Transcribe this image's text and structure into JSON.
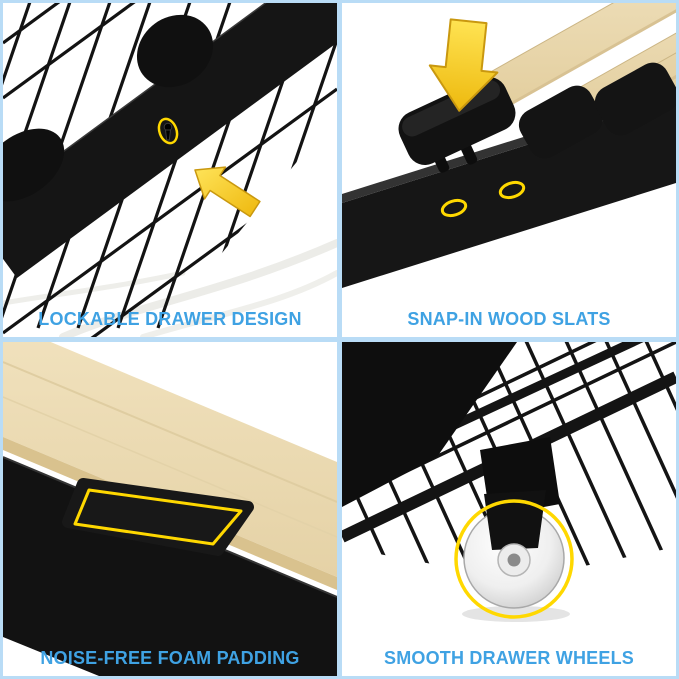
{
  "meta": {
    "type": "product-feature-collage",
    "subject": "bed frame with storage drawers"
  },
  "colors": {
    "frame_border": "#b9dcf6",
    "caption_text": "#3fa2e3",
    "highlight_yellow": "#ffd800",
    "arrow_yellow": "#f3c516",
    "wood": "#ecdbb4",
    "metal_black": "#151515"
  },
  "panels": [
    {
      "id": "lockable-drawer-design",
      "caption": "LOCKABLE DRAWER DESIGN",
      "icons": [
        "keyhole-icon",
        "up-left-arrow-icon",
        "keyhole-highlight"
      ]
    },
    {
      "id": "snap-in-wood-slats",
      "caption": "SNAP-IN WOOD SLATS",
      "icons": [
        "down-arrow-icon",
        "peg-hole-highlight"
      ]
    },
    {
      "id": "noise-free-foam-padding",
      "caption": "NOISE-FREE FOAM PADDING",
      "icons": [
        "foam-pad-highlight"
      ]
    },
    {
      "id": "smooth-drawer-wheels",
      "caption": "SMOOTH DRAWER WHEELS",
      "icons": [
        "wheel-highlight"
      ]
    }
  ]
}
